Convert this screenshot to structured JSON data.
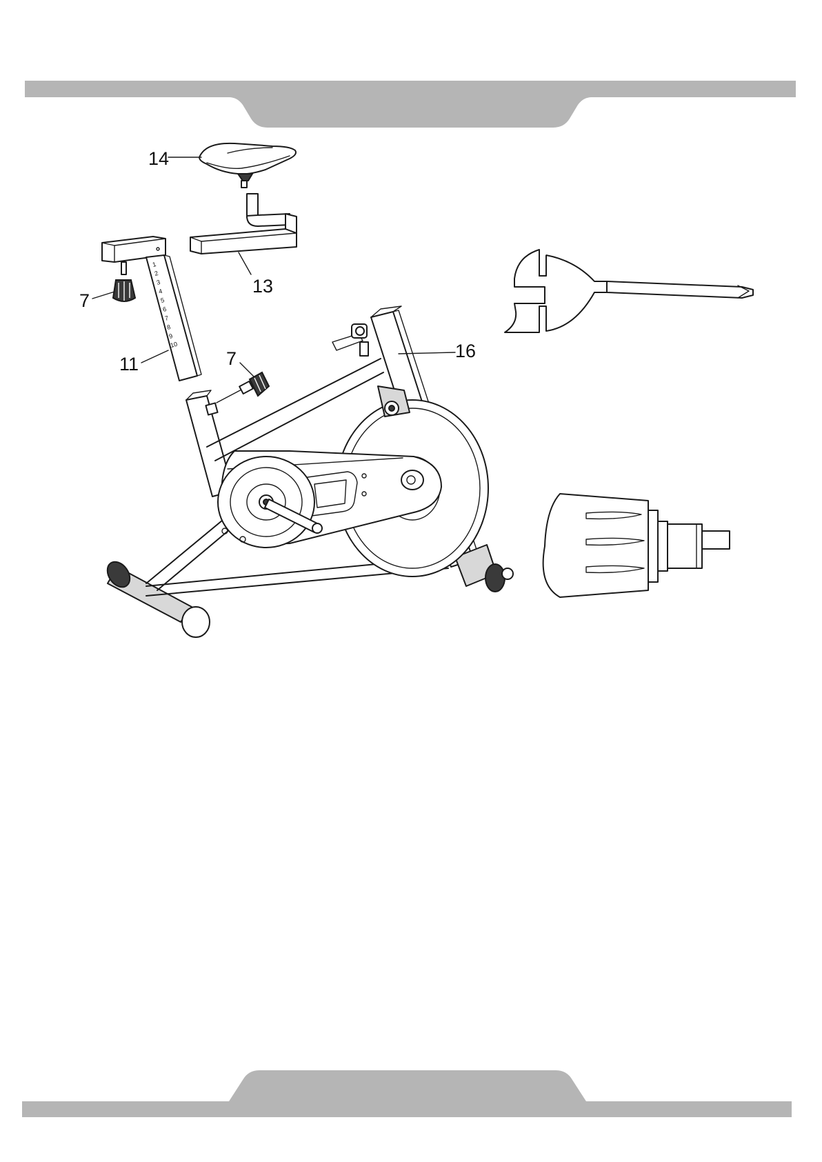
{
  "colors": {
    "band": "#b5b5b5",
    "ink": "#1a1a1a",
    "background": "#ffffff"
  },
  "callouts": {
    "seat": "14",
    "seat_slider": "13",
    "seat_post": "11",
    "knob_top": "7",
    "knob_frame": "7",
    "front_post": "16"
  },
  "scale_marks": [
    "1",
    "2",
    "3",
    "4",
    "5",
    "6",
    "7",
    "8",
    "9",
    "10"
  ],
  "tools": [
    "wrench-screwdriver-icon",
    "adjustment-knob-icon"
  ]
}
